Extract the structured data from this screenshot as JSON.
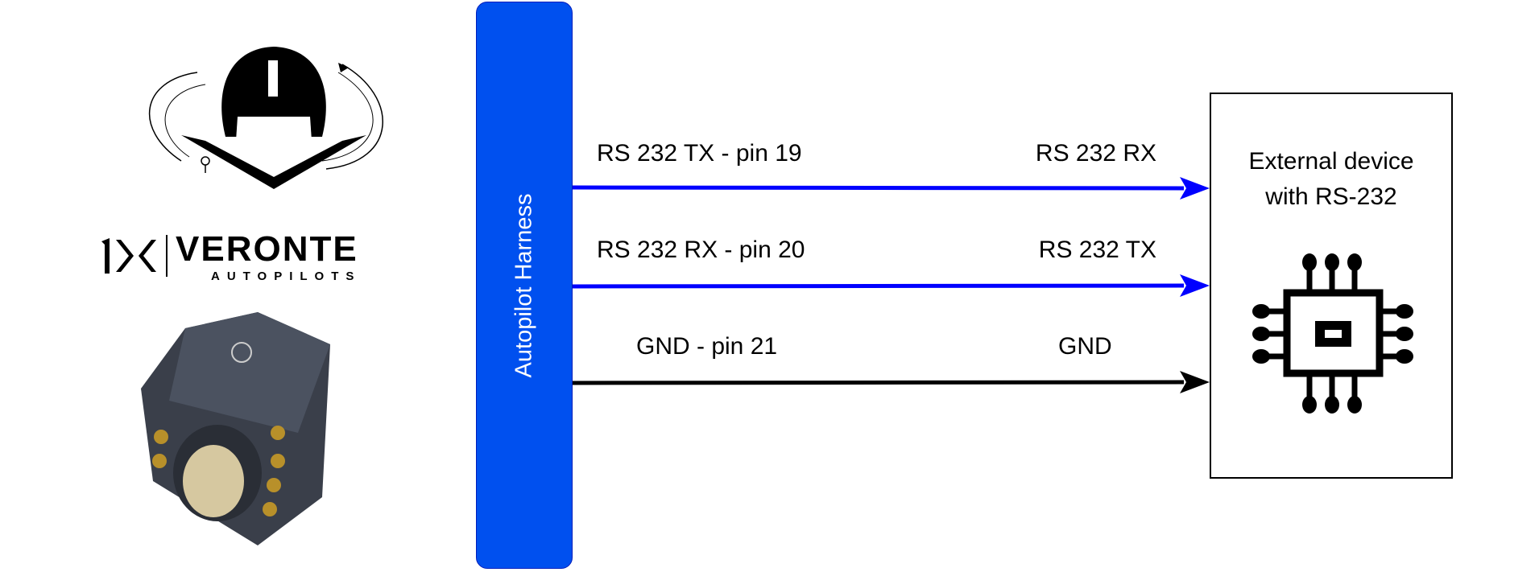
{
  "logo": {
    "brand": "VERONTE",
    "subtitle": "AUTOPILOTS"
  },
  "harness": {
    "label": "Autopilot Harness",
    "color": "#0050ef"
  },
  "connections": [
    {
      "left_label": "RS 232 TX - pin 19",
      "right_label": "RS 232 RX",
      "color": "#0000ff"
    },
    {
      "left_label": "RS 232 RX - pin 20",
      "right_label": "RS 232 TX",
      "color": "#0000ff"
    },
    {
      "left_label": "GND - pin 21",
      "right_label": "GND",
      "color": "#000000"
    }
  ],
  "device": {
    "title_line1": "External device",
    "title_line2": "with RS-232",
    "icon": "chip-icon"
  }
}
